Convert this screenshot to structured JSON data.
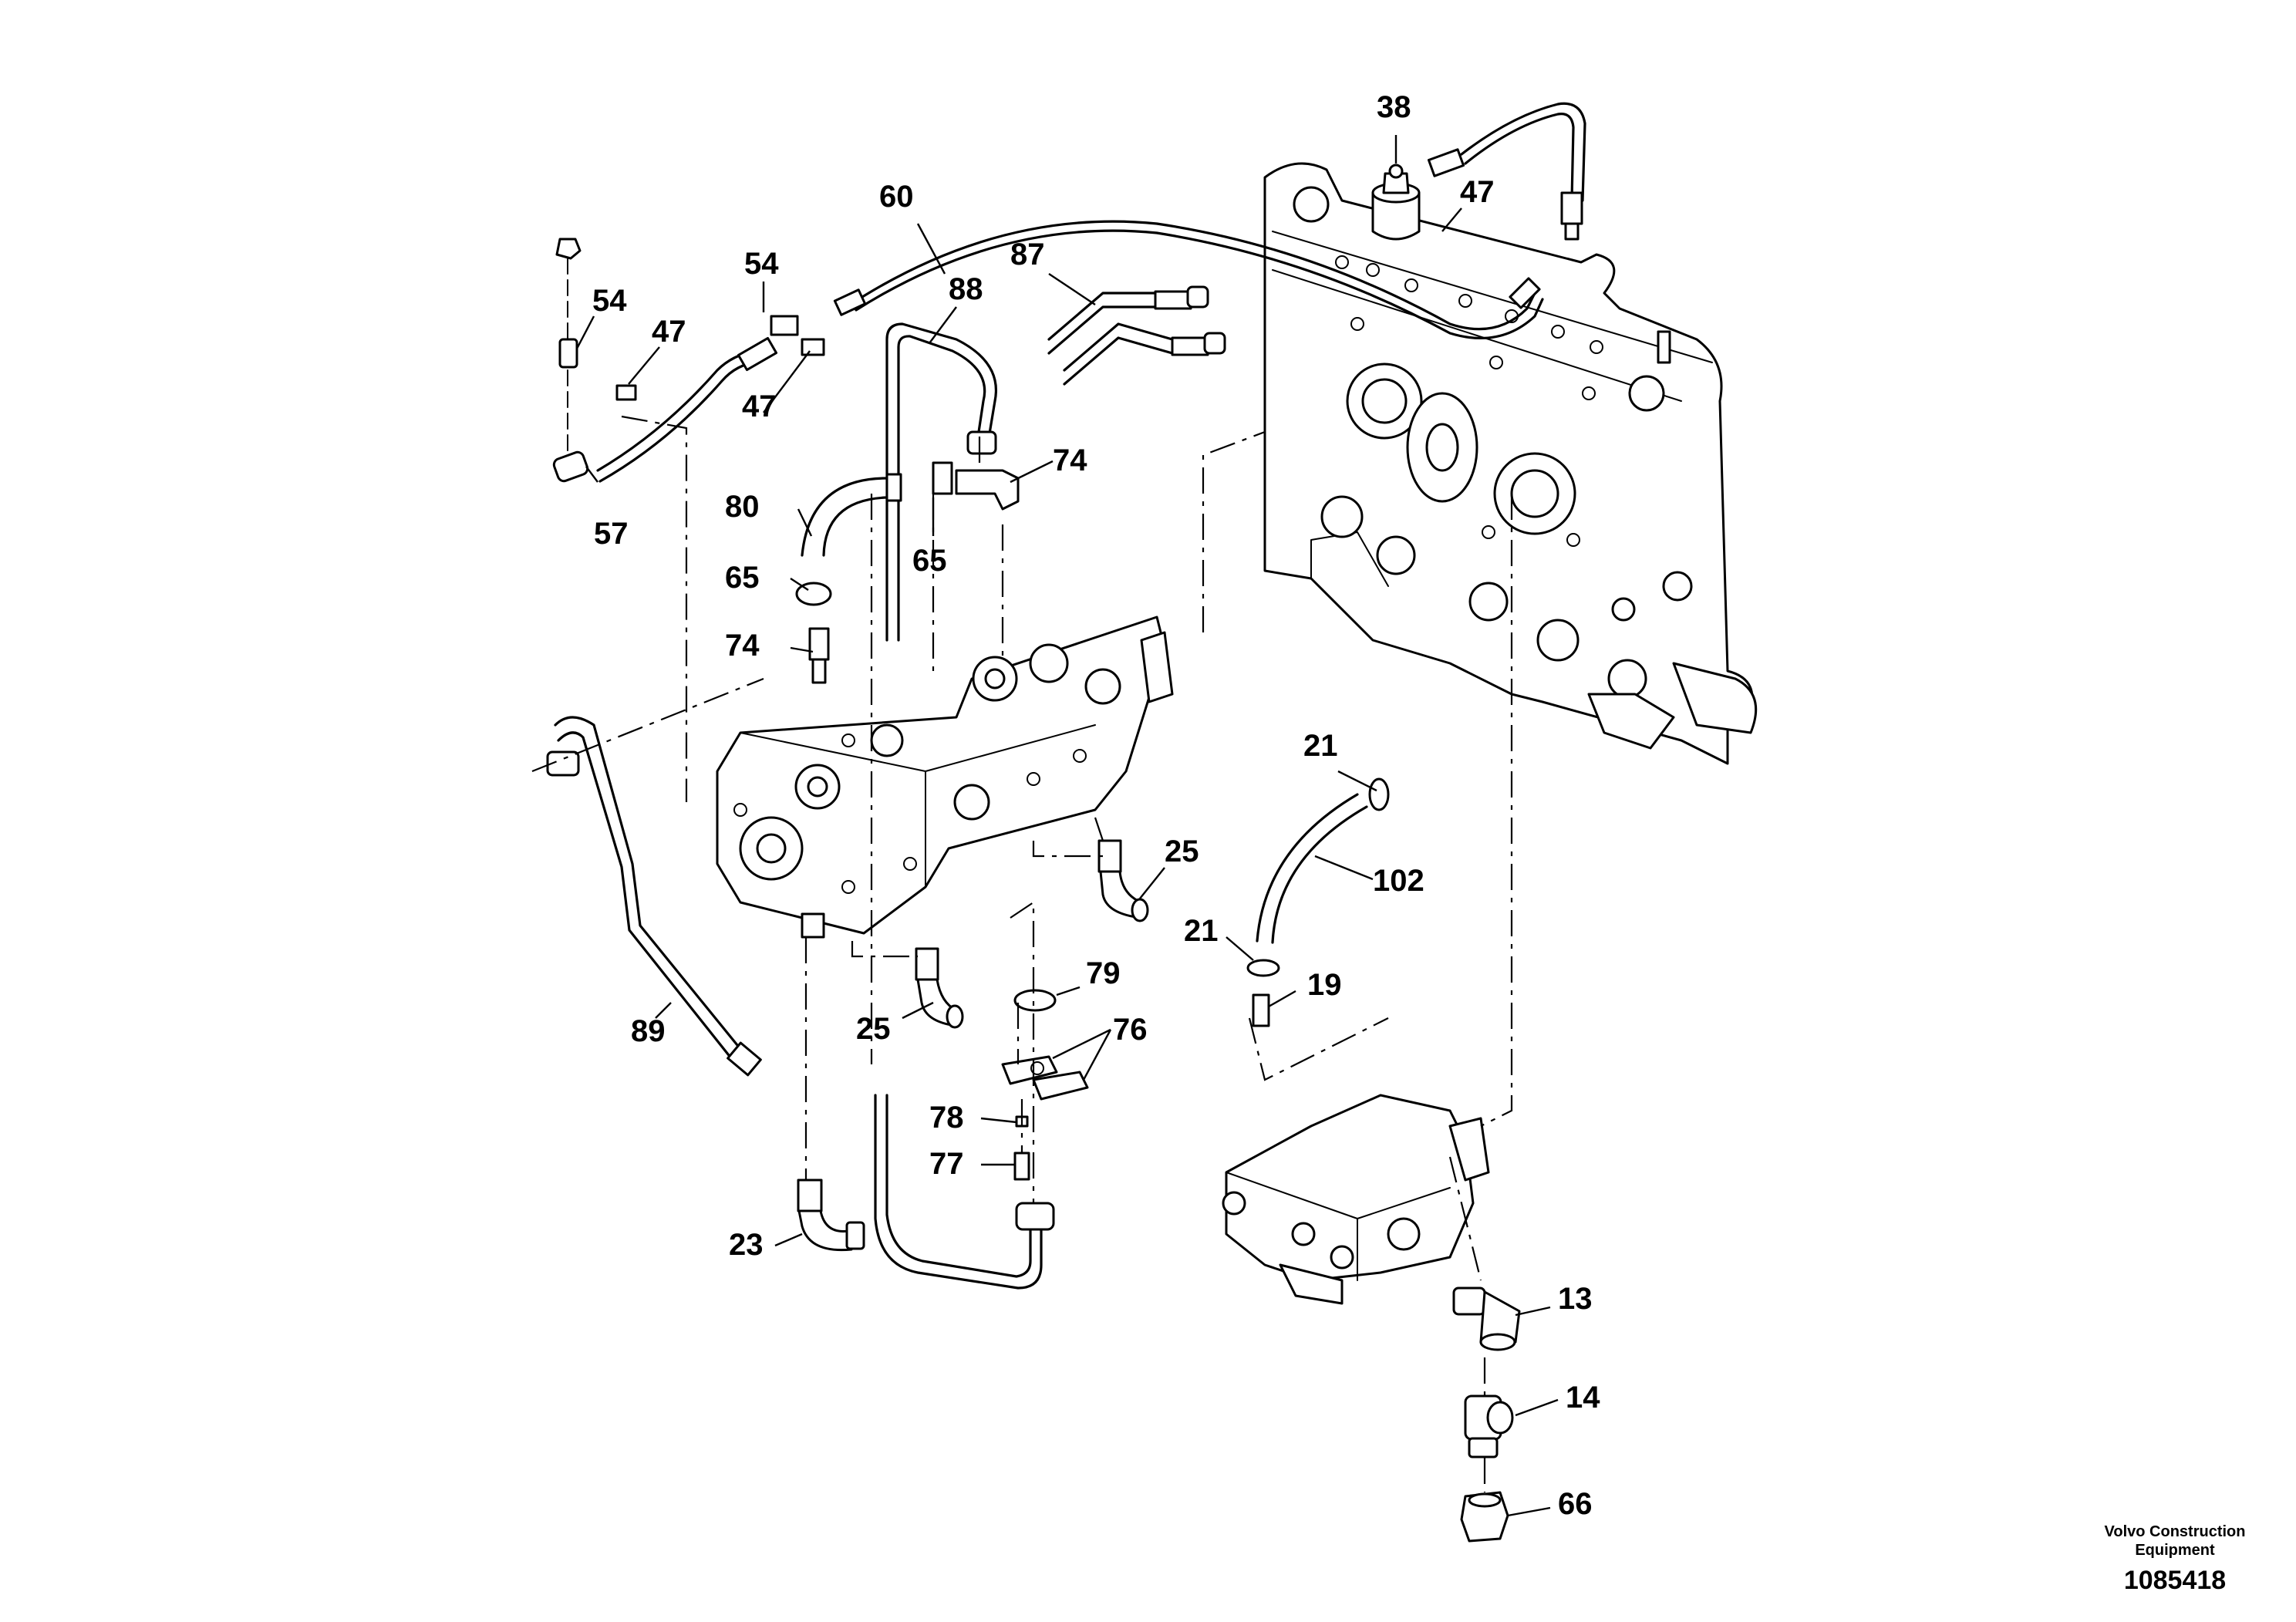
{
  "callouts": {
    "c13": "13",
    "c14": "14",
    "c19": "19",
    "c21a": "21",
    "c21b": "21",
    "c23": "23",
    "c25a": "25",
    "c25b": "25",
    "c38": "38",
    "c47a": "47",
    "c47b": "47",
    "c47c": "47",
    "c54a": "54",
    "c54b": "54",
    "c57": "57",
    "c60": "60",
    "c65a": "65",
    "c65b": "65",
    "c66": "66",
    "c74a": "74",
    "c74b": "74",
    "c76": "76",
    "c77": "77",
    "c78": "78",
    "c79": "79",
    "c80": "80",
    "c87": "87",
    "c88": "88",
    "c89": "89",
    "c102": "102"
  },
  "footer": {
    "brand_line1": "Volvo Construction",
    "brand_line2": "Equipment",
    "doc_number": "1085418"
  }
}
